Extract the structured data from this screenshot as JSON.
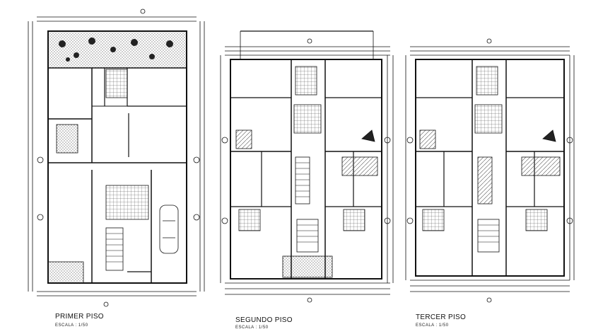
{
  "plans": [
    {
      "title": "PRIMER PISO",
      "scale": "ESCALA :   1/50"
    },
    {
      "title": "SEGUNDO PISO",
      "scale": "ESCALA :   1/50"
    },
    {
      "title": "TERCER PISO",
      "scale": "ESCALA :   1/50"
    }
  ],
  "colors": {
    "line": "#111111",
    "hatch": "#777777",
    "background": "#ffffff"
  }
}
